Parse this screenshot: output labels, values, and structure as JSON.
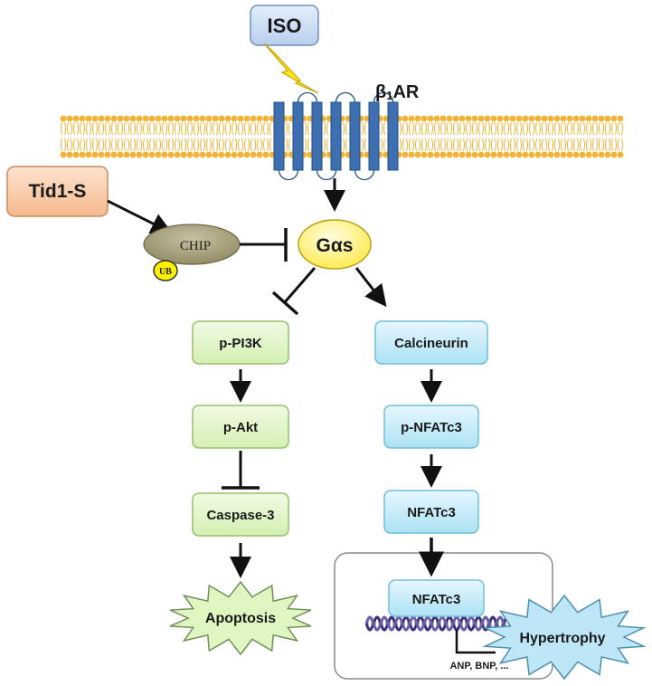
{
  "stimulus": {
    "label": "ISO"
  },
  "receptor": {
    "label": "β₁AR",
    "main": "β",
    "sub": "1",
    "suffix": "AR"
  },
  "regulator": {
    "label": "Tid1-S"
  },
  "chip": {
    "label": "CHIP",
    "ub_label": "UB"
  },
  "g_protein": {
    "label": "Gαs"
  },
  "left_pathway": {
    "nodes": [
      "p-PI3K",
      "p-Akt",
      "Caspase-3"
    ],
    "outcome": "Apoptosis"
  },
  "right_pathway": {
    "nodes": [
      "Calcineurin",
      "p-NFATc3",
      "NFATc3"
    ],
    "nucleus_node": "NFATc3",
    "genes": "ANP, BNP, ...",
    "outcome": "Hypertrophy"
  },
  "colors": {
    "membrane": "#f2b233",
    "receptor": "#3e6fb0",
    "receptor_edge": "#1f4f8a",
    "iso_fill": "#cfe0f5",
    "tid_fill": "#f9c8a4",
    "chip_fill": "#a8a07a",
    "gas_fill": "#fff176",
    "green_box": "#e2f5c8",
    "blue_box": "#c8ecf8",
    "bolt": "#ffe81a"
  }
}
